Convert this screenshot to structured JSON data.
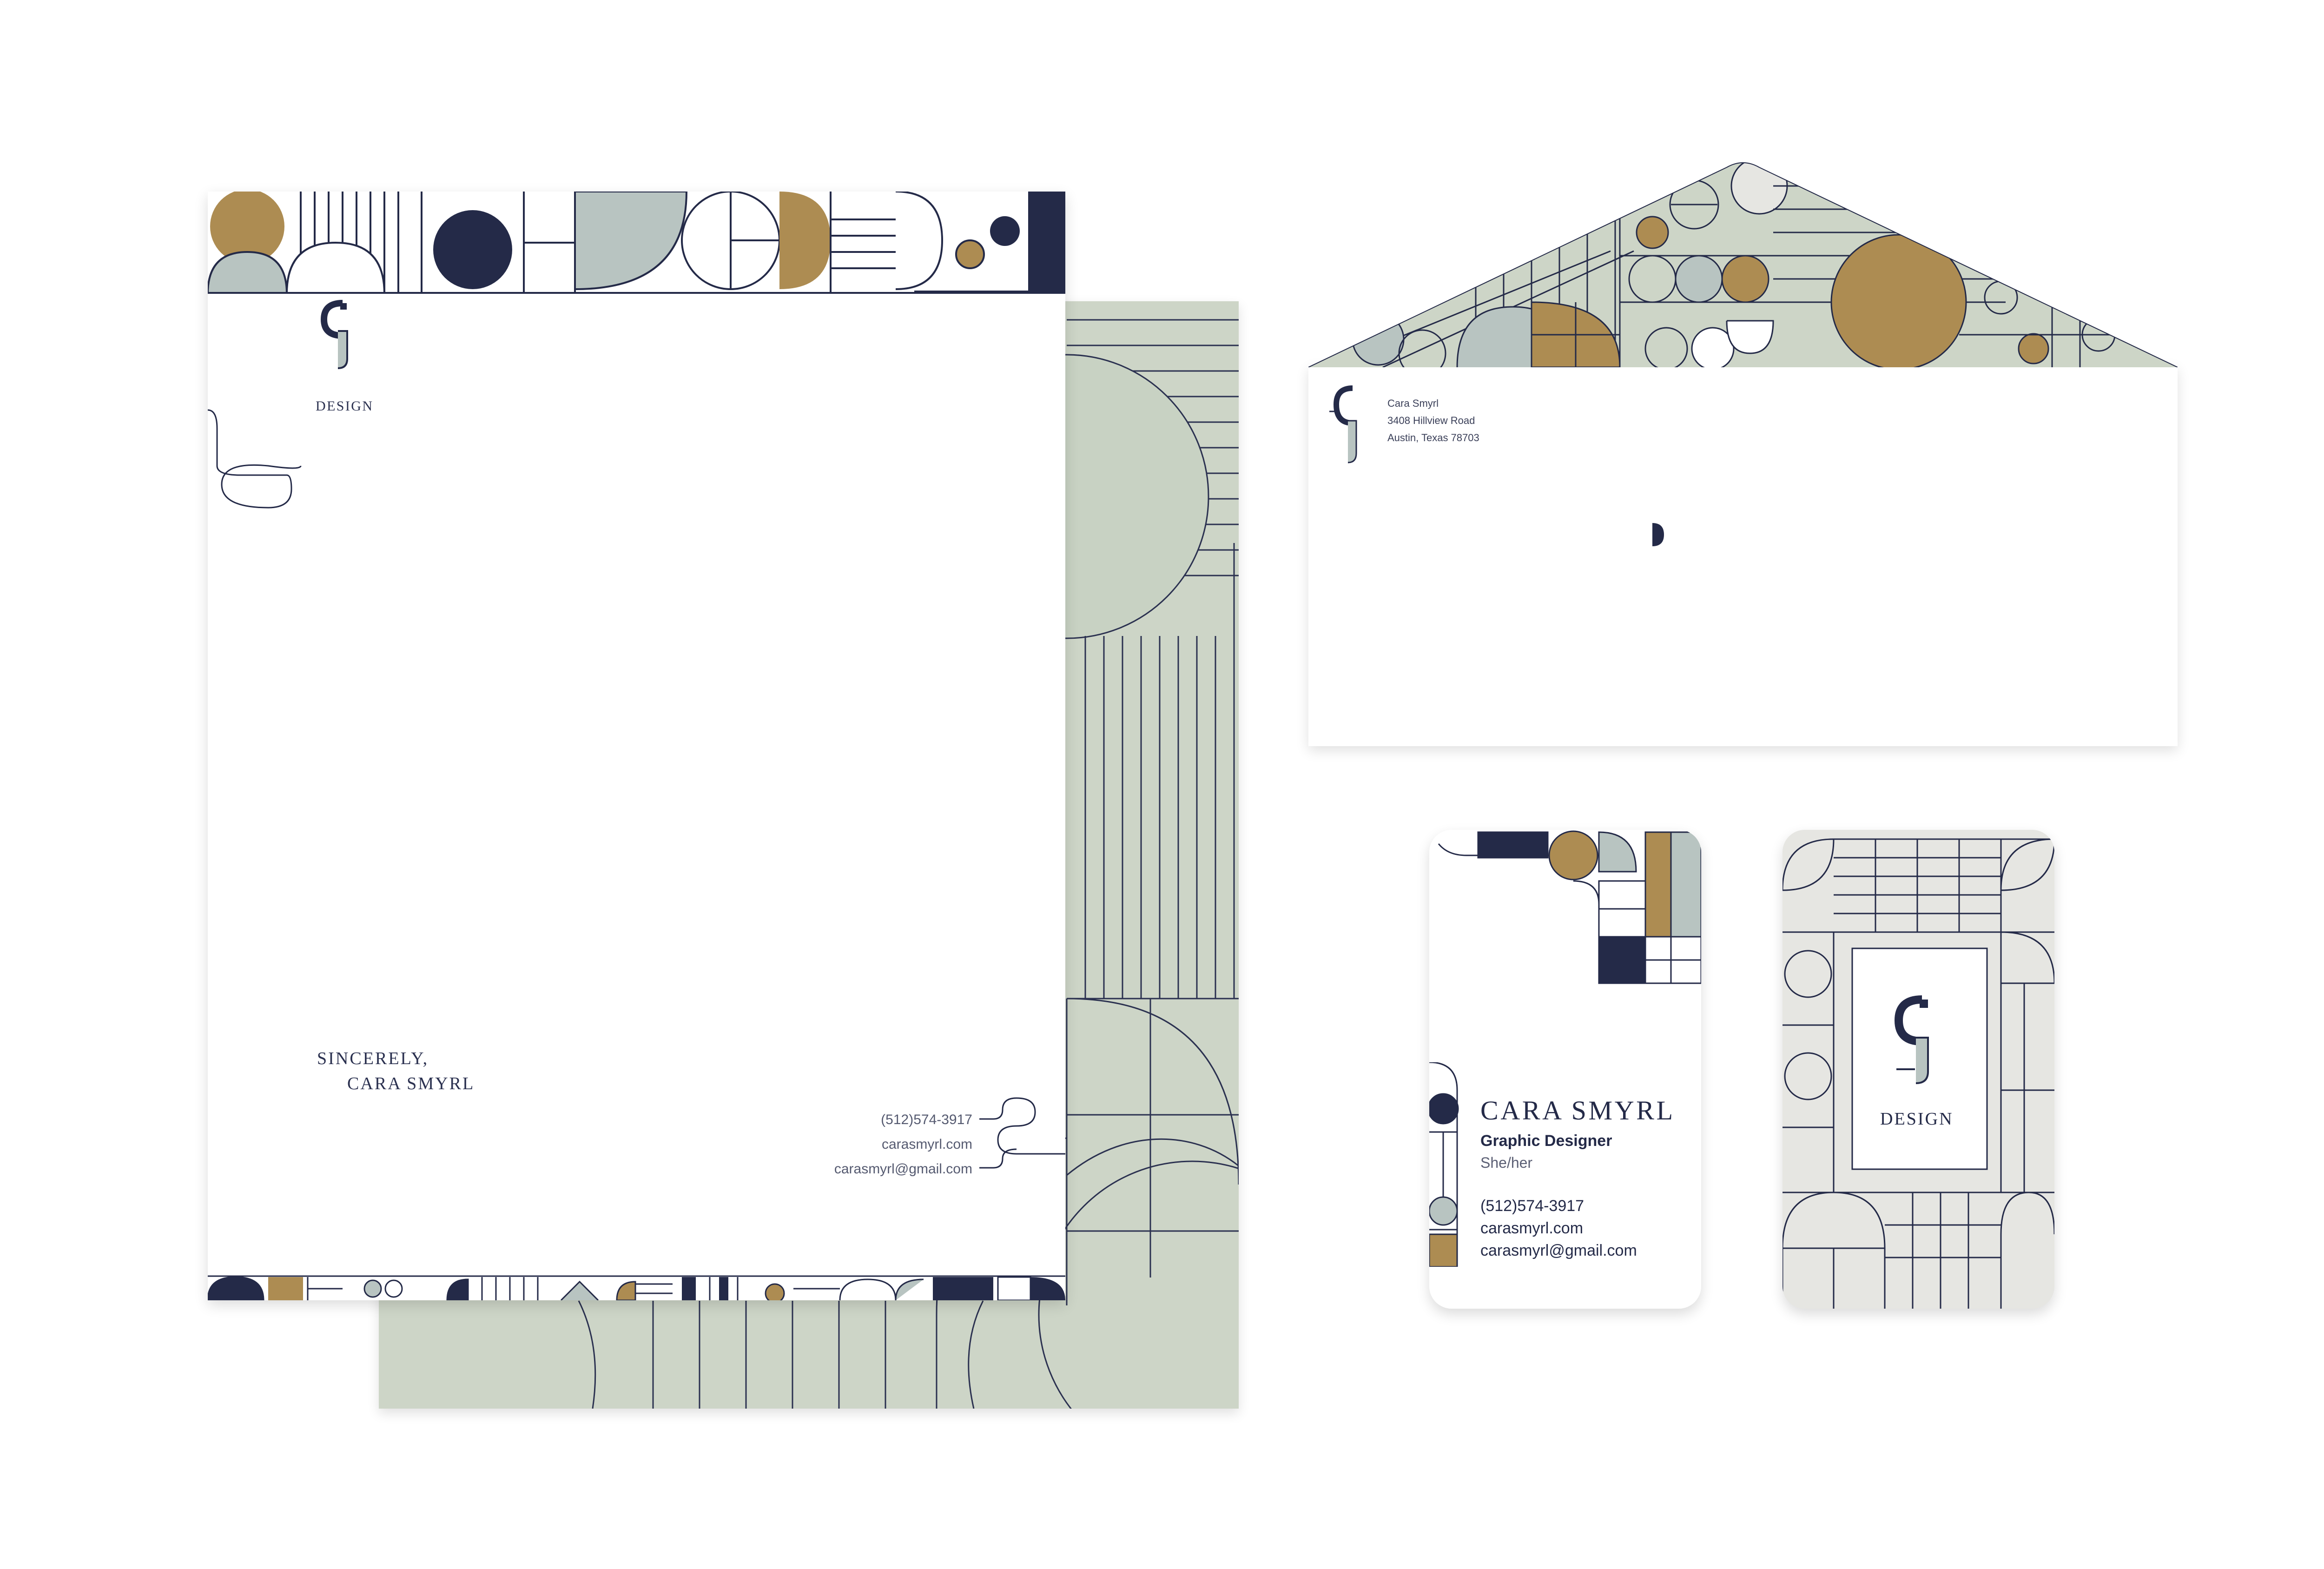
{
  "letterhead": {
    "logo_label": "DESIGN",
    "closing": "SINCERELY,",
    "signature": "CARA SMYRL",
    "phone": "(512)574-3917",
    "website": "carasmyrl.com",
    "email": "carasmyrl@gmail.com"
  },
  "envelope": {
    "sender_name": "Cara Smyrl",
    "address_line1": "3408 Hillview Road",
    "address_line2": "Austin, Texas 78703"
  },
  "business_card_front": {
    "name": "CARA SMYRL",
    "title": "Graphic Designer",
    "pronouns": "She/her",
    "phone": "(512)574-3917",
    "website": "carasmyrl.com",
    "email": "carasmyrl@gmail.com"
  },
  "business_card_back": {
    "logo_label": "DESIGN"
  },
  "colors": {
    "navy": "#242a48",
    "gold": "#ad8c52",
    "sage": "#cdd5c7",
    "slate": "#b8c4c1",
    "light_gray": "#e6e6e2"
  }
}
